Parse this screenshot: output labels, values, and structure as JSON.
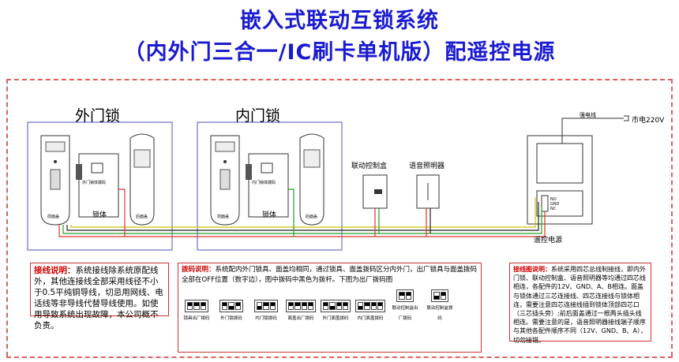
{
  "title": {
    "line1": "嵌入式联动互锁系统",
    "line2": "（内外门三合一/IC刷卡单机版）配遥控电源"
  },
  "outer_door": {
    "label": "外门锁",
    "front_panel": "前面盖",
    "lock_body": "锁体",
    "back_panel": "后面盖",
    "dial_label": "外门锁体拨码"
  },
  "inner_door": {
    "label": "内门锁",
    "front_panel": "前面盖",
    "lock_body": "锁体",
    "back_panel": "后面盖",
    "dial_label": "内门锁体拨码"
  },
  "linkage_box": {
    "label": "联动控制盒"
  },
  "voice_light": {
    "label": "语音照明器"
  },
  "power": {
    "label": "遥控电源",
    "cable_label": "强电线",
    "mains_label": "市电220V",
    "terminals": [
      "NO",
      "GND",
      "NC"
    ]
  },
  "notes": {
    "wiring": {
      "header": "接线说明：",
      "body": "系统接线除系统原配线外，其他连接线全部采用线径不小于0.5平纯铜导线，切忌用网线、电话线等非导线代替导线使用。如使用导致系统出现故障，本公司概不负责。"
    },
    "dip": {
      "header": "拨码说明：",
      "body": "系统配内外门锁具、面盖均相同，通过锁具、面盖拨码区分内外门，出厂锁具与面盖拨码全部在OFF位置（数字边），图中拨码中黑色为拨杆。下图为出厂拨码图",
      "items": [
        {
          "label": "锁具出厂拨码",
          "state": [
            "on",
            "on",
            "on"
          ]
        },
        {
          "label": "外门锁拨码",
          "state": [
            "on",
            "off",
            "on"
          ]
        },
        {
          "label": "内门锁拨码",
          "state": [
            "off",
            "on",
            "on"
          ]
        },
        {
          "label": "面盖出厂拨码",
          "state": [
            "on",
            "on",
            "on",
            "on"
          ]
        },
        {
          "label": "外门面盖拨码",
          "state": [
            "on",
            "off",
            "on",
            "on"
          ]
        },
        {
          "label": "内门面盖拨码",
          "state": [
            "off",
            "on",
            "on",
            "on"
          ]
        },
        {
          "label": "联动控制盒出厂拨码",
          "state": [
            "on",
            "on"
          ]
        },
        {
          "label": "联动控制盒拨码",
          "state": [
            "off",
            "on"
          ]
        }
      ]
    },
    "diagram": {
      "header": "接线图说明：",
      "body": "系统采用四芯总线制接线，即内外门锁、联动控制盒、语音照明器等均通过四芯线相连，各配件的12V、GND、A、B相连。面盖与锁体通过三芯连接线、四芯连接线与锁体相连，需要注意四芯连接线插到锁体顶部四芯口（三芯插头旁）;前后面盖通过一根两头插头线相连。需要注意的是，语音照明器接线端子顺序与其他各配件顺序不同（12V、GND、B、A），切勿接错。"
    }
  },
  "colors": {
    "title": "#1a1ad0",
    "dashes": "#e06060",
    "wire_red": "#e03030",
    "wire_green": "#20a020",
    "wire_black": "#222222",
    "wire_yellow": "#d0c000",
    "frame": "#5050c0"
  }
}
